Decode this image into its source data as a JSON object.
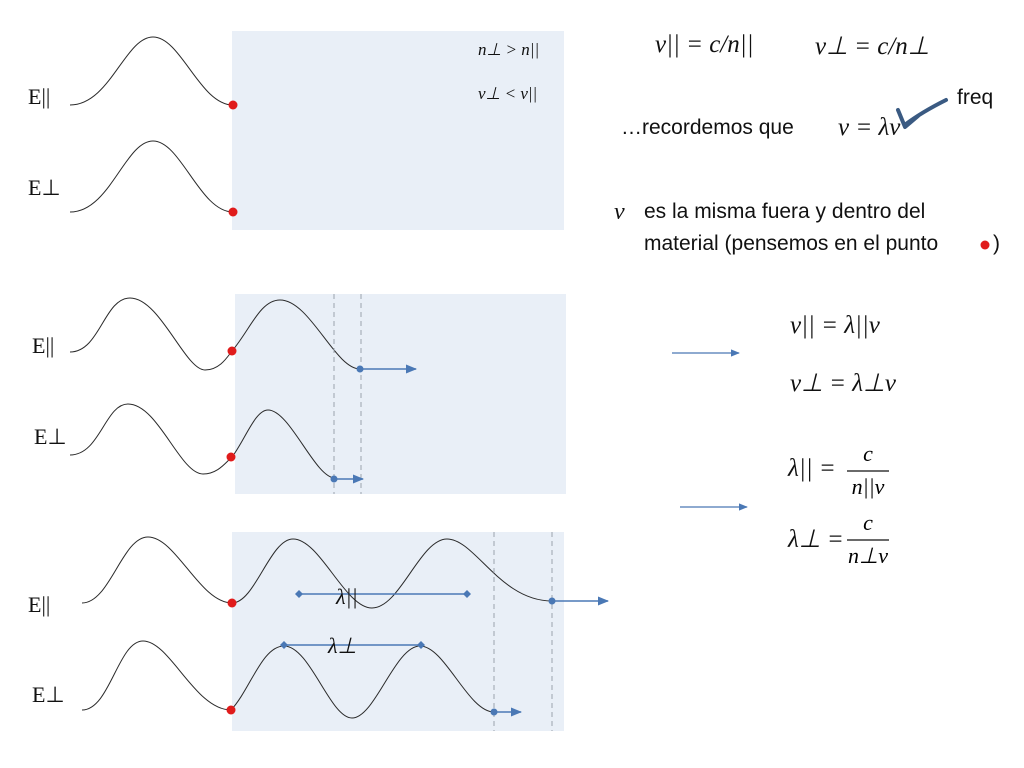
{
  "labels": {
    "e_par": "E||",
    "e_perp": "E⊥",
    "lambda_par": "λ||",
    "lambda_perp": "λ⊥"
  },
  "panel1": {
    "ineq_n": "n⊥ > n||",
    "ineq_v": "v⊥ < v||"
  },
  "right": {
    "v_par_eq": "v|| = c/n||",
    "v_perp_eq": "v⊥ = c/n⊥",
    "recordemos": "…recordemos que",
    "v_lambda_nu": "v = λν",
    "freq": "freq",
    "nu_symbol": "ν",
    "nu_text_line1": "es la misma fuera y dentro del",
    "nu_text_line2": "material (pensemos en el punto",
    "nu_text_close": ")",
    "v_par_lambda": "v|| = λ||ν",
    "v_perp_lambda": "v⊥ = λ⊥ν",
    "lambda_par_lhs": "λ|| =",
    "lambda_perp_lhs": "λ⊥ =",
    "frac_num": "c",
    "lambda_par_den": "n||ν",
    "lambda_perp_den": "n⊥ν"
  },
  "colors": {
    "panel": "#e9eff7",
    "wave": "#2a2a2a",
    "dot": "#e01b1b",
    "arrow": "#4a78b5",
    "guide": "#9aa3ad"
  }
}
